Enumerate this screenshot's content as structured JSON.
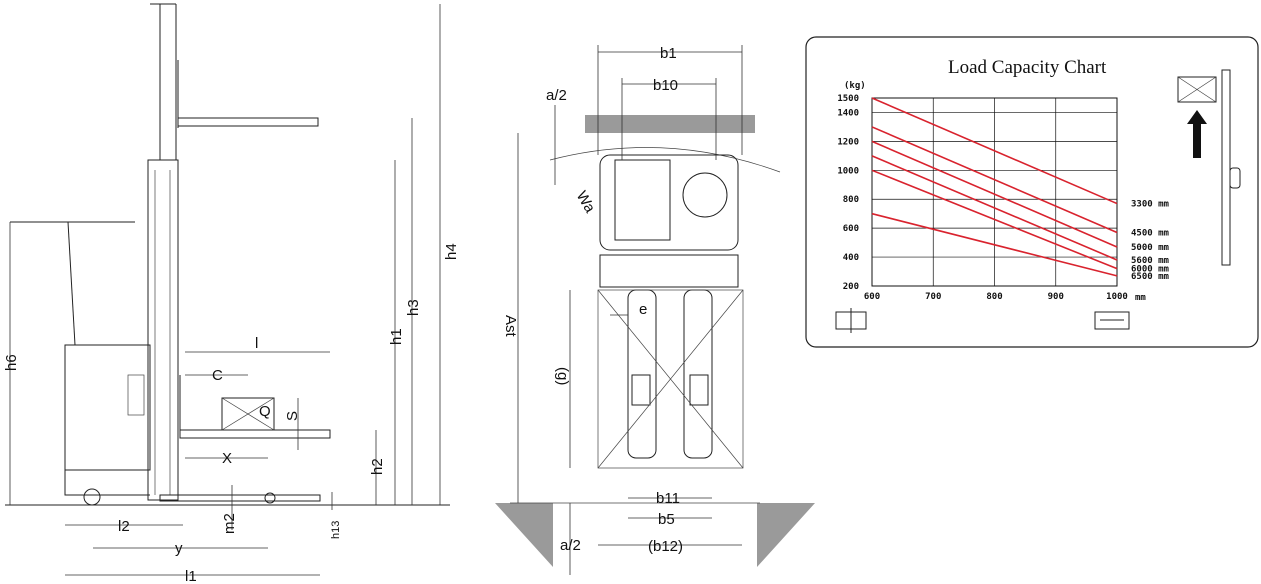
{
  "side_view": {
    "labels": {
      "h6": "h6",
      "h4": "h4",
      "h3": "h3",
      "h1": "h1",
      "h2": "h2",
      "h13": "h13",
      "m2": "m2",
      "l": "l",
      "c": "C",
      "q": "Q",
      "s": "S",
      "x": "X",
      "l2": "l2",
      "y": "y",
      "l1": "l1"
    }
  },
  "top_view": {
    "labels": {
      "b1": "b1",
      "b10": "b10",
      "a2_top": "a/2",
      "wa": "Wa",
      "ast": "Ast",
      "g": "(g)",
      "e": "e",
      "b11": "b11",
      "b5": "b5",
      "b12": "(b12)",
      "a2_bottom": "a/2"
    }
  },
  "chart_data": {
    "type": "line",
    "title": "Load Capacity Chart",
    "ylabel": "(kg)",
    "xlabel": "mm",
    "x_ticks": [
      600,
      700,
      800,
      900,
      1000
    ],
    "y_ticks": [
      200,
      400,
      600,
      800,
      1000,
      1200,
      1400,
      1500
    ],
    "xlim": [
      600,
      1000
    ],
    "ylim": [
      200,
      1500
    ],
    "grid": true,
    "series_color": "#d9232e",
    "series": [
      {
        "name": "3300 mm",
        "x": [
          600,
          1000
        ],
        "y": [
          1500,
          770
        ]
      },
      {
        "name": "4500 mm",
        "x": [
          600,
          1000
        ],
        "y": [
          1300,
          570
        ]
      },
      {
        "name": "5000 mm",
        "x": [
          600,
          1000
        ],
        "y": [
          1200,
          470
        ]
      },
      {
        "name": "5600 mm",
        "x": [
          600,
          1000
        ],
        "y": [
          1100,
          380
        ]
      },
      {
        "name": "6000 mm",
        "x": [
          600,
          1000
        ],
        "y": [
          1000,
          320
        ]
      },
      {
        "name": "6500 mm",
        "x": [
          600,
          1000
        ],
        "y": [
          700,
          270
        ]
      }
    ]
  }
}
